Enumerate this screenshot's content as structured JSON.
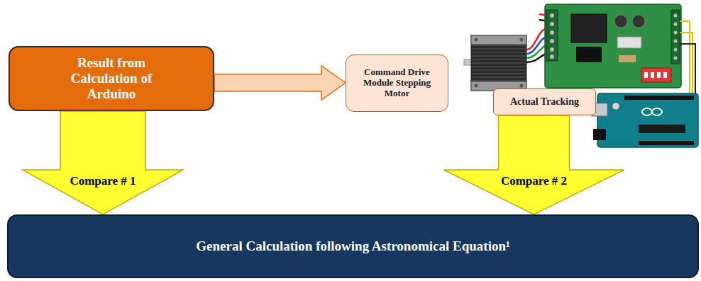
{
  "diagram": {
    "nodes": [
      {
        "text": [
          "Result from Calculation of Arduino"
        ]
      },
      {
        "text": [
          "Command Drive Module Stepping Motor"
        ]
      },
      {
        "text": [
          "Actual Tracking"
        ]
      },
      {
        "text": [
          "General Calculation following Astronomical Equation¹"
        ]
      }
    ],
    "edges": [
      {
        "from": 0,
        "to": 1,
        "arrow": "to"
      },
      {
        "from": 0,
        "to": 3,
        "label": "Compare # 1",
        "arrow": "to"
      },
      {
        "from": 2,
        "to": 3,
        "label": "Compare # 2",
        "arrow": "to"
      }
    ]
  }
}
